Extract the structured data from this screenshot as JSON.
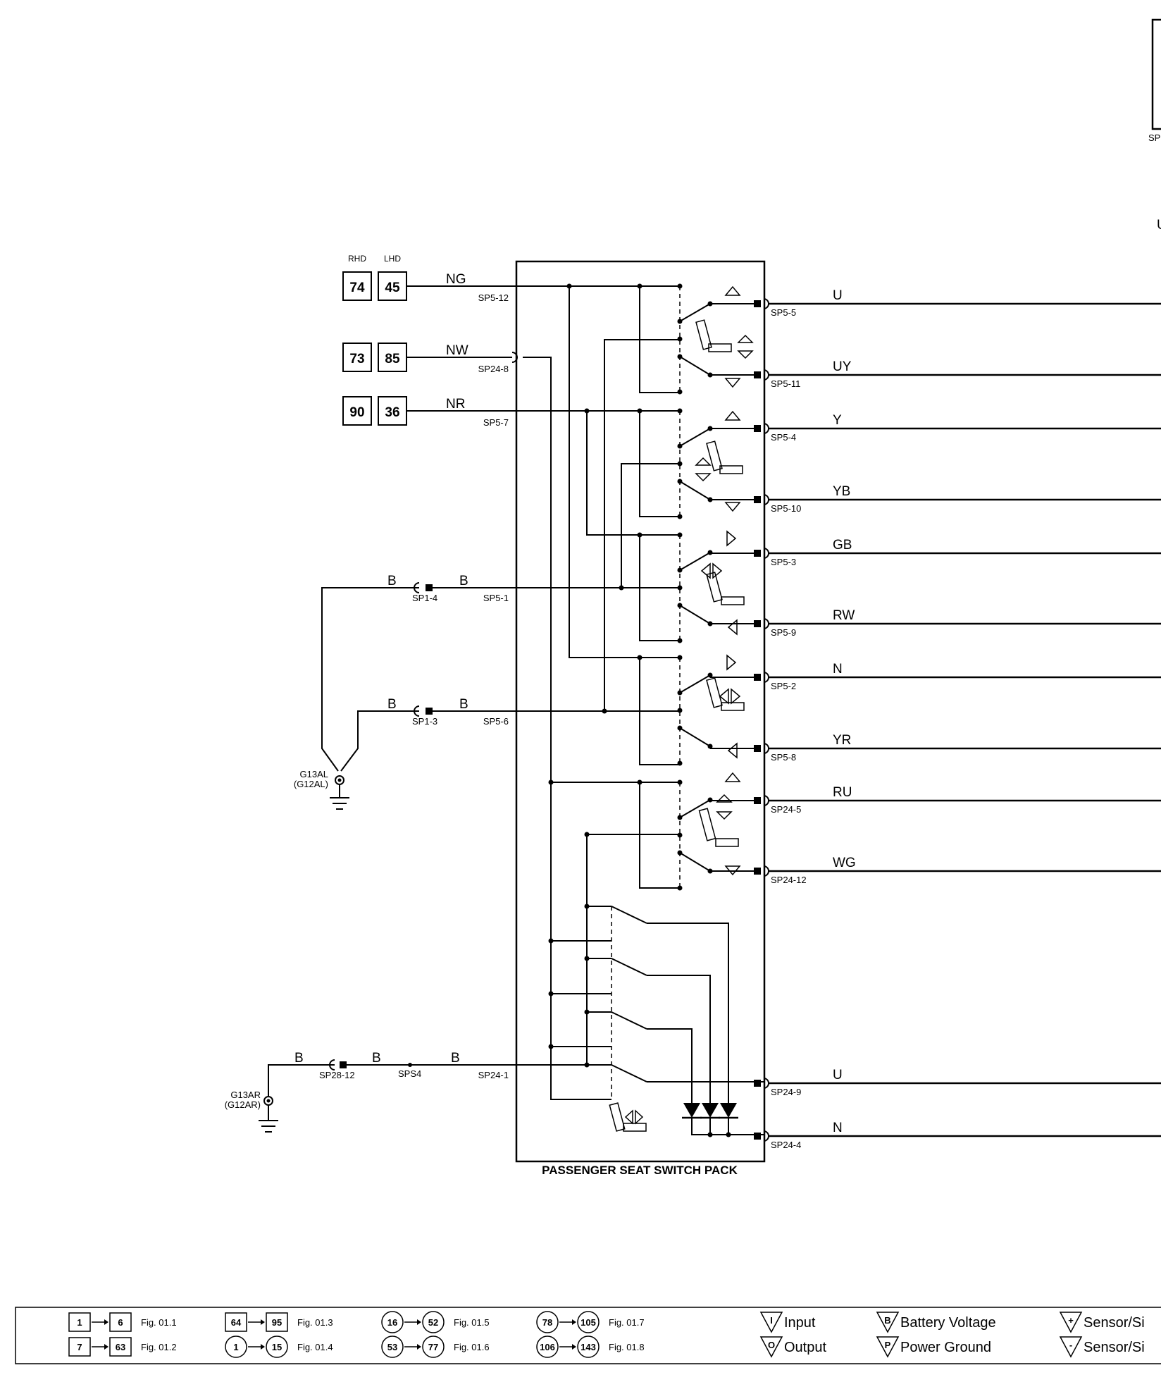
{
  "diagram_title": "PASSENGER SEAT SWITCH PACK",
  "header_labels": {
    "rhd": "RHD",
    "lhd": "LHD"
  },
  "feed_boxes": [
    {
      "rhd": "74",
      "lhd": "45",
      "wire": "NG",
      "pin": "SP5-12"
    },
    {
      "rhd": "73",
      "lhd": "85",
      "wire": "NW",
      "pin": "SP24-8"
    },
    {
      "rhd": "90",
      "lhd": "36",
      "wire": "NR",
      "pin": "SP5-7"
    }
  ],
  "ground_connections": [
    {
      "wire_outer": "B",
      "connector": "SP1-4",
      "wire_inner": "B",
      "pin": "SP5-1"
    },
    {
      "wire_outer": "B",
      "connector": "SP1-3",
      "wire_inner": "B",
      "pin": "SP5-6"
    }
  ],
  "ground_al": {
    "name": "G13AL",
    "alt": "(G12AL)"
  },
  "ground_ar": {
    "name": "G13AR",
    "alt": "(G12AR)",
    "wire1": "B",
    "connector": "SP28-12",
    "wire2": "B",
    "splice": "SPS4",
    "wire3": "B",
    "pin": "SP24-1"
  },
  "outputs": [
    {
      "pin": "SP5-5",
      "wire": "U"
    },
    {
      "pin": "SP5-11",
      "wire": "UY"
    },
    {
      "pin": "SP5-4",
      "wire": "Y"
    },
    {
      "pin": "SP5-10",
      "wire": "YB"
    },
    {
      "pin": "SP5-3",
      "wire": "GB"
    },
    {
      "pin": "SP5-9",
      "wire": "RW"
    },
    {
      "pin": "SP5-2",
      "wire": "N"
    },
    {
      "pin": "SP5-8",
      "wire": "YR"
    },
    {
      "pin": "SP24-5",
      "wire": "RU"
    },
    {
      "pin": "SP24-12",
      "wire": "WG"
    },
    {
      "pin": "SP24-9",
      "wire": "U"
    },
    {
      "pin": "SP24-4",
      "wire": "N"
    }
  ],
  "legend": {
    "figs": [
      {
        "from": "1",
        "to": "6",
        "fig": "Fig. 01.1",
        "shape": "square"
      },
      {
        "from": "7",
        "to": "63",
        "fig": "Fig. 01.2",
        "shape": "square"
      },
      {
        "from": "64",
        "to": "95",
        "fig": "Fig. 01.3",
        "shape": "square"
      },
      {
        "from": "1",
        "to": "15",
        "fig": "Fig. 01.4",
        "shape": "circle"
      },
      {
        "from": "16",
        "to": "52",
        "fig": "Fig. 01.5",
        "shape": "circle"
      },
      {
        "from": "53",
        "to": "77",
        "fig": "Fig. 01.6",
        "shape": "circle"
      },
      {
        "from": "78",
        "to": "105",
        "fig": "Fig. 01.7",
        "shape": "circle"
      },
      {
        "from": "106",
        "to": "143",
        "fig": "Fig. 01.8",
        "shape": "circle"
      }
    ],
    "symbols": [
      {
        "letter": "I",
        "label": "Input"
      },
      {
        "letter": "O",
        "label": "Output"
      },
      {
        "letter": "B",
        "label": "Battery Voltage"
      },
      {
        "letter": "P",
        "label": "Power Ground"
      },
      {
        "letter": "+",
        "label": "Sensor/Si"
      },
      {
        "letter": "-",
        "label": "Sensor/Si"
      }
    ]
  },
  "edge_fragments": {
    "top_right": "SP",
    "mid_right": "U"
  }
}
